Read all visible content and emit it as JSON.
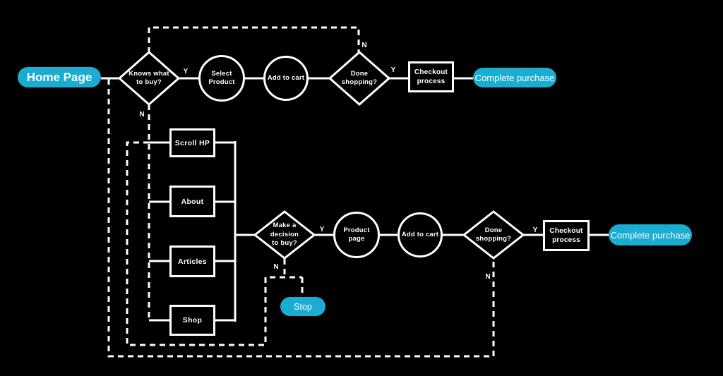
{
  "colors": {
    "background": "#000000",
    "line": "#ffffff",
    "text": "#ffffff",
    "accent": "#1aadd1"
  },
  "row1": {
    "home_page": "Home Page",
    "knows_what_to_buy": "Knows what\nto buy?",
    "select_product": "Select\nProduct",
    "add_to_cart": "Add to cart",
    "done_shopping": "Done\nshopping?",
    "checkout_process": "Checkout\nprocess",
    "complete_purchase": "Complete purchase"
  },
  "menu": {
    "scroll_hp": "Scroll HP",
    "about": "About",
    "articles": "Articles",
    "shop": "Shop"
  },
  "row2": {
    "make_a_decision_to_buy": "Make a\ndecision\nto buy?",
    "product_page": "Product\npage",
    "add_to_cart": "Add to cart",
    "done_shopping": "Done\nshopping?",
    "checkout_process": "Checkout\nprocess",
    "complete_purchase": "Complete purchase",
    "stop": "Stop"
  },
  "branches": {
    "knows_yes": "Y",
    "knows_no": "N",
    "done1_no": "N",
    "done1_yes": "Y",
    "decision_yes": "Y",
    "decision_no": "N",
    "done2_yes": "Y",
    "done2_no": "N"
  }
}
